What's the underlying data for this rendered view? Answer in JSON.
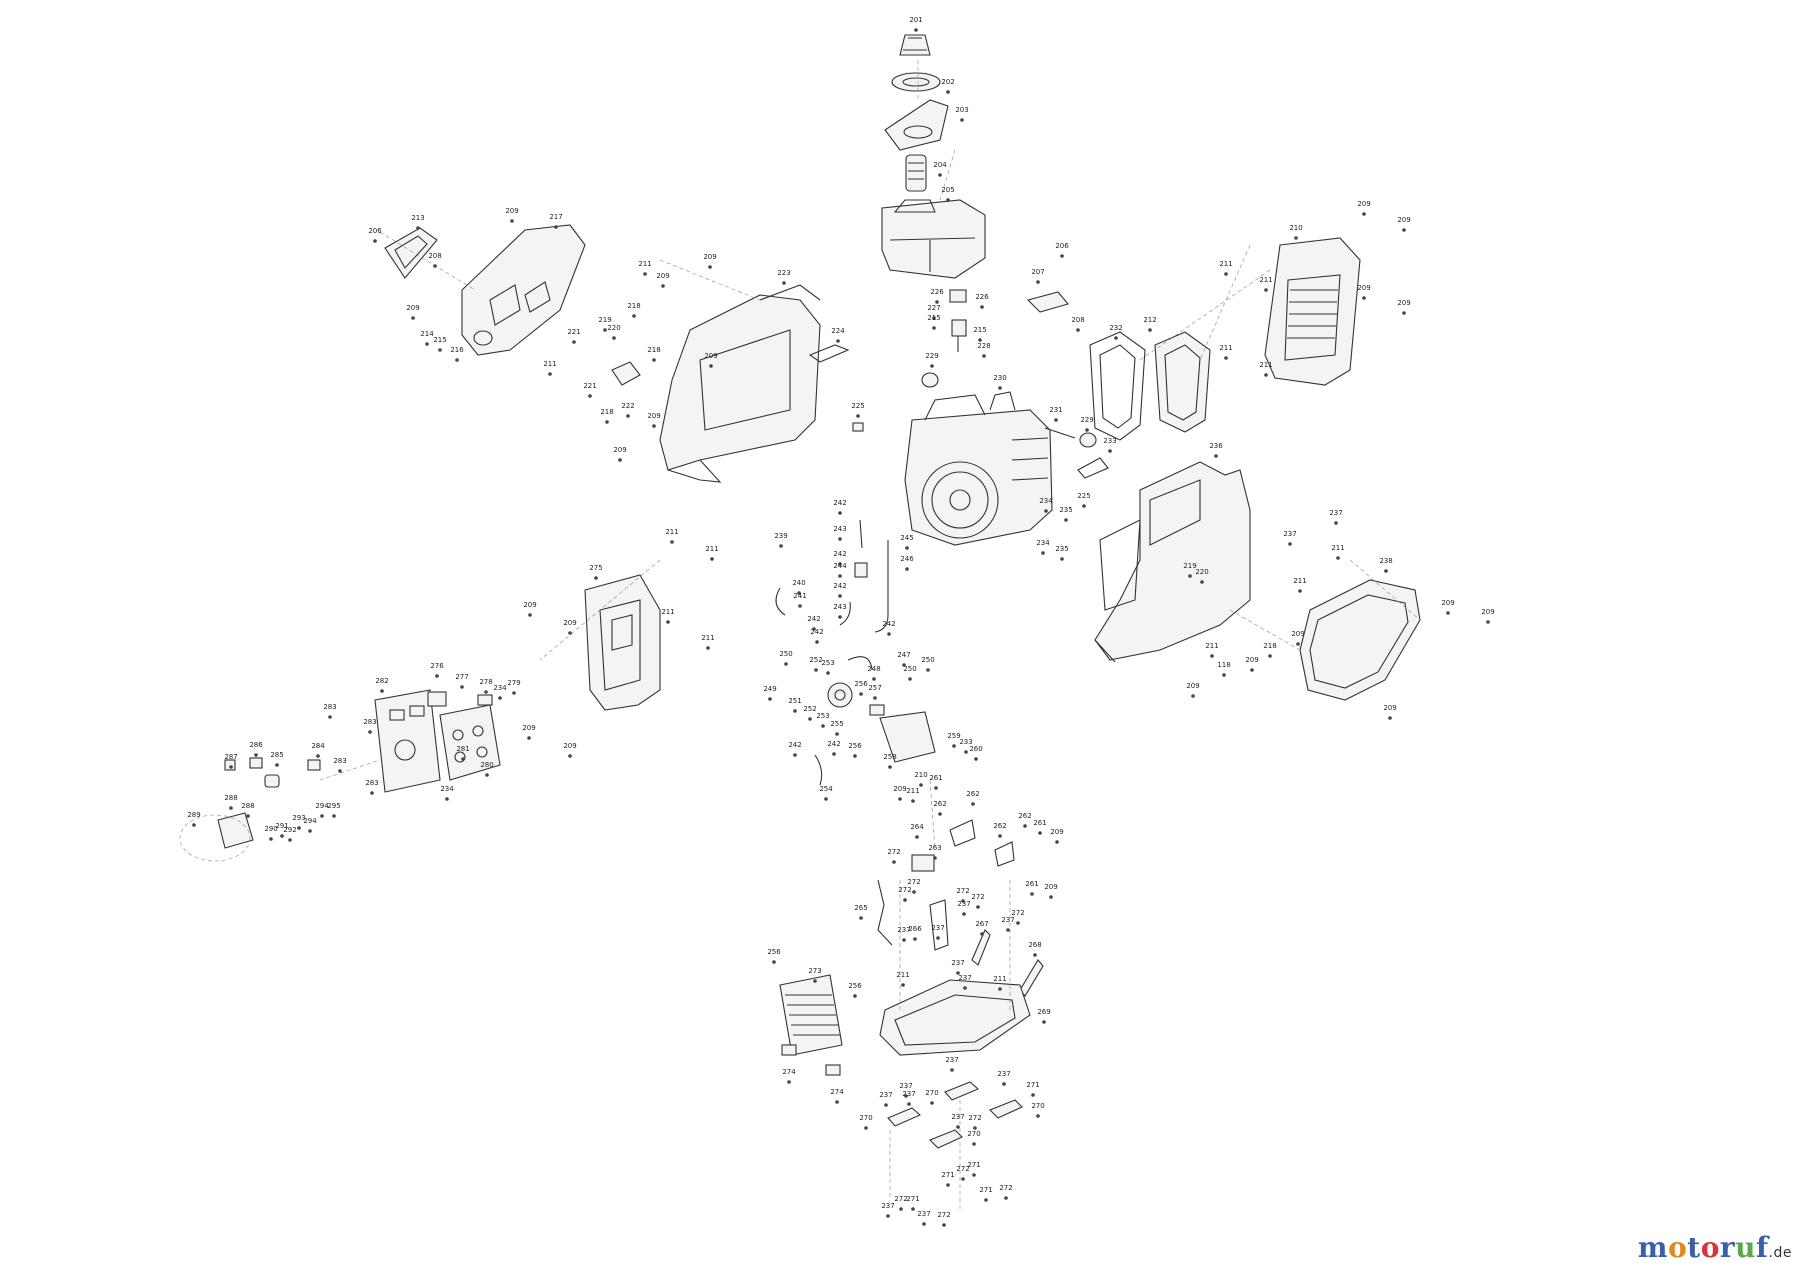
{
  "brand": {
    "letters": [
      "m",
      "o",
      "t",
      "o",
      "r",
      "u",
      "f"
    ],
    "letter_colors": [
      "#3a5fa6",
      "#e0891e",
      "#3a5fa6",
      "#d8353b",
      "#3a5fa6",
      "#5aa84a",
      "#3a5fa6"
    ],
    "suffix": ".de"
  },
  "labels": {
    "p201": "201",
    "p202": "202",
    "p203": "203",
    "p204": "204",
    "p205": "205",
    "p206": "206",
    "p207": "207",
    "p208": "208",
    "p209": "209",
    "p210": "210",
    "p211": "211",
    "p212": "212",
    "p213": "213",
    "p214": "214",
    "p215": "215",
    "p216": "216",
    "p217": "217",
    "p218": "218",
    "p219": "219",
    "p220": "220",
    "p221": "221",
    "p222": "222",
    "p223": "223",
    "p224": "224",
    "p225": "225",
    "p226": "226",
    "p227": "227",
    "p228": "228",
    "p229": "229",
    "p230": "230",
    "p231": "231",
    "p232": "232",
    "p233": "233",
    "p234": "234",
    "p235": "235",
    "p236": "236",
    "p237": "237",
    "p238": "238",
    "p239": "239",
    "p240": "240",
    "p241": "241",
    "p242": "242",
    "p243": "243",
    "p244": "244",
    "p245": "245",
    "p246": "246",
    "p247": "247",
    "p248": "248",
    "p249": "249",
    "p250": "250",
    "p251": "251",
    "p252": "252",
    "p253": "253",
    "p254": "254",
    "p255": "255",
    "p256": "256",
    "p257": "257",
    "p258": "258",
    "p259": "259",
    "p260": "260",
    "p261": "261",
    "p262": "262",
    "p263": "263",
    "p264": "264",
    "p265": "265",
    "p266": "266",
    "p267": "267",
    "p268": "268",
    "p269": "269",
    "p270": "270",
    "p271": "271",
    "p272": "272",
    "p273": "273",
    "p274": "274",
    "p275": "275",
    "p276": "276",
    "p277": "277",
    "p278": "278",
    "p279": "279",
    "p280": "280",
    "p281": "281",
    "p282": "282",
    "p283": "283",
    "p284": "284",
    "p285": "285",
    "p286": "286",
    "p287": "287",
    "p288": "288",
    "p289": "289",
    "p290": "290",
    "p291": "291",
    "p292": "292",
    "p293": "293",
    "p294": "294",
    "p295": "295",
    "p118": "118"
  }
}
